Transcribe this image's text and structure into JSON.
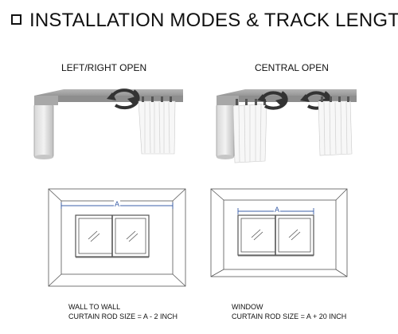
{
  "header": {
    "title": "INSTALLATION MODES & TRACK LENGTH"
  },
  "modes": {
    "left_right": {
      "label": "LEFT/RIGHT OPEN"
    },
    "central": {
      "label": "CENTRAL OPEN"
    }
  },
  "diagrams": {
    "wall_to_wall": {
      "dim_label": "A",
      "caption_line1": "WALL TO WALL",
      "caption_line2": "CURTAIN ROD SIZE = A - 2 INCH"
    },
    "window": {
      "dim_label": "A",
      "caption_line1": "WINDOW",
      "caption_line2": "CURTAIN ROD SIZE = A + 20 INCH"
    }
  },
  "colors": {
    "dimension_line": "#3b5fa8",
    "track": "#9a9a9a"
  },
  "icons": [
    "square-bullet-icon",
    "rotation-arrow-icon"
  ]
}
